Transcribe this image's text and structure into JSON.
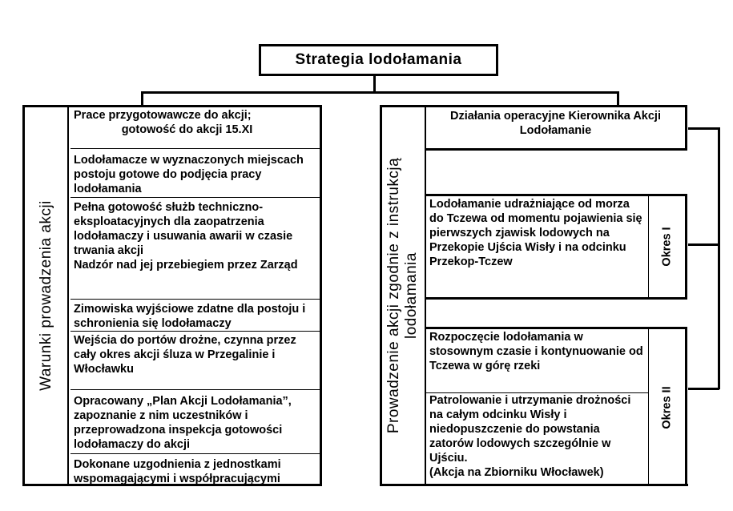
{
  "title": "Strategia lodołamania",
  "left": {
    "vertical_label": "Warunki prowadzenia akcji",
    "items": [
      {
        "line1": "Prace przygotowawcze do akcji;",
        "line2": "gotowość do akcji 15.XI"
      },
      {
        "text": "Lodołamacze w wyznaczonych miejscach postoju gotowe do podjęcia pracy lodołamania"
      },
      {
        "text": "Pełna gotowość służb techniczno-eksploatacyjnych dla zaopatrzenia lodołamaczy i usuwania awarii w czasie trwania akcji",
        "text2": "Nadzór nad jej przebiegiem przez Zarząd"
      },
      {
        "text": "Zimowiska wyjściowe zdatne dla postoju i schronienia się lodołamaczy"
      },
      {
        "text": "Wejścia do portów drożne, czynna przez cały okres akcji śluza w Przegalinie i Włocławku"
      },
      {
        "text": "Opracowany „Plan Akcji Lodołamania”, zapoznanie z nim uczestników  i przeprowadzona inspekcja gotowości lodołamaczy do akcji"
      },
      {
        "text": "Dokonane uzgodnienia z jednostkami wspomagającymi i współpracującymi"
      }
    ]
  },
  "right": {
    "vertical_label_line1": "Prowadzenie akcji zgodnie z instrukcją",
    "vertical_label_line2": "lodołamania",
    "top_box": "Działania operacyjne Kierownika Akcji Lodołamanie",
    "period1": {
      "label": "Okres I",
      "text": "Lodołamanie udrażniające od morza do Tczewa od momentu pojawienia się pierwszych zjawisk lodowych na Przekopie Ujścia Wisły i na odcinku Przekop-Tczew"
    },
    "period2": {
      "label": "Okres II",
      "text_a": "Rozpoczęcie lodołamania w stosownym czasie i kontynuowanie od Tczewa w górę rzeki",
      "text_b": "Patrolowanie i utrzymanie drożności na całym odcinku Wisły i niedopuszczenie do powstania zatorów lodowych szczególnie w Ujściu.",
      "text_b2": "(Akcja na Zbiorniku Włocławek)"
    }
  }
}
